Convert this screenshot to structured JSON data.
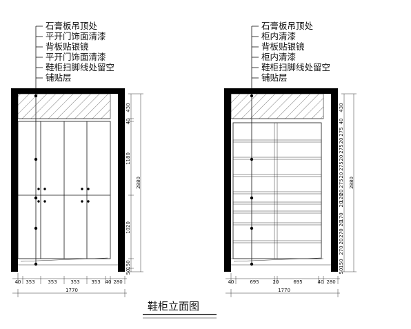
{
  "left_panel": {
    "labels": [
      "石膏板吊顶处",
      "平开门饰面清漆",
      "背板贴银镜",
      "平开门饰面清漆",
      "鞋柜扫脚线处留空",
      "铺贴层"
    ],
    "vertical_dims": [
      "430",
      "40",
      "1180",
      "1020",
      "150",
      "50"
    ],
    "total_height": "2880",
    "horizontal_dims": [
      "40",
      "353",
      "353",
      "353",
      "353",
      "40",
      "280"
    ],
    "total_width": "1770"
  },
  "right_panel": {
    "labels": [
      "石膏板吊顶处",
      "柜内清漆",
      "背板贴银镜",
      "柜内清漆",
      "鞋柜扫脚线处留空",
      "铺贴层"
    ],
    "vertical_dims": [
      "430",
      "40",
      "275",
      "20",
      "275",
      "20",
      "275",
      "20",
      "275",
      "20",
      "120",
      "20",
      "170",
      "20",
      "270",
      "20",
      "270",
      "150",
      "50"
    ],
    "total_height": "2880",
    "horizontal_dims": [
      "40",
      "695",
      "20",
      "695",
      "40",
      "280"
    ],
    "total_width": "1770"
  },
  "title": "鞋柜立面图"
}
